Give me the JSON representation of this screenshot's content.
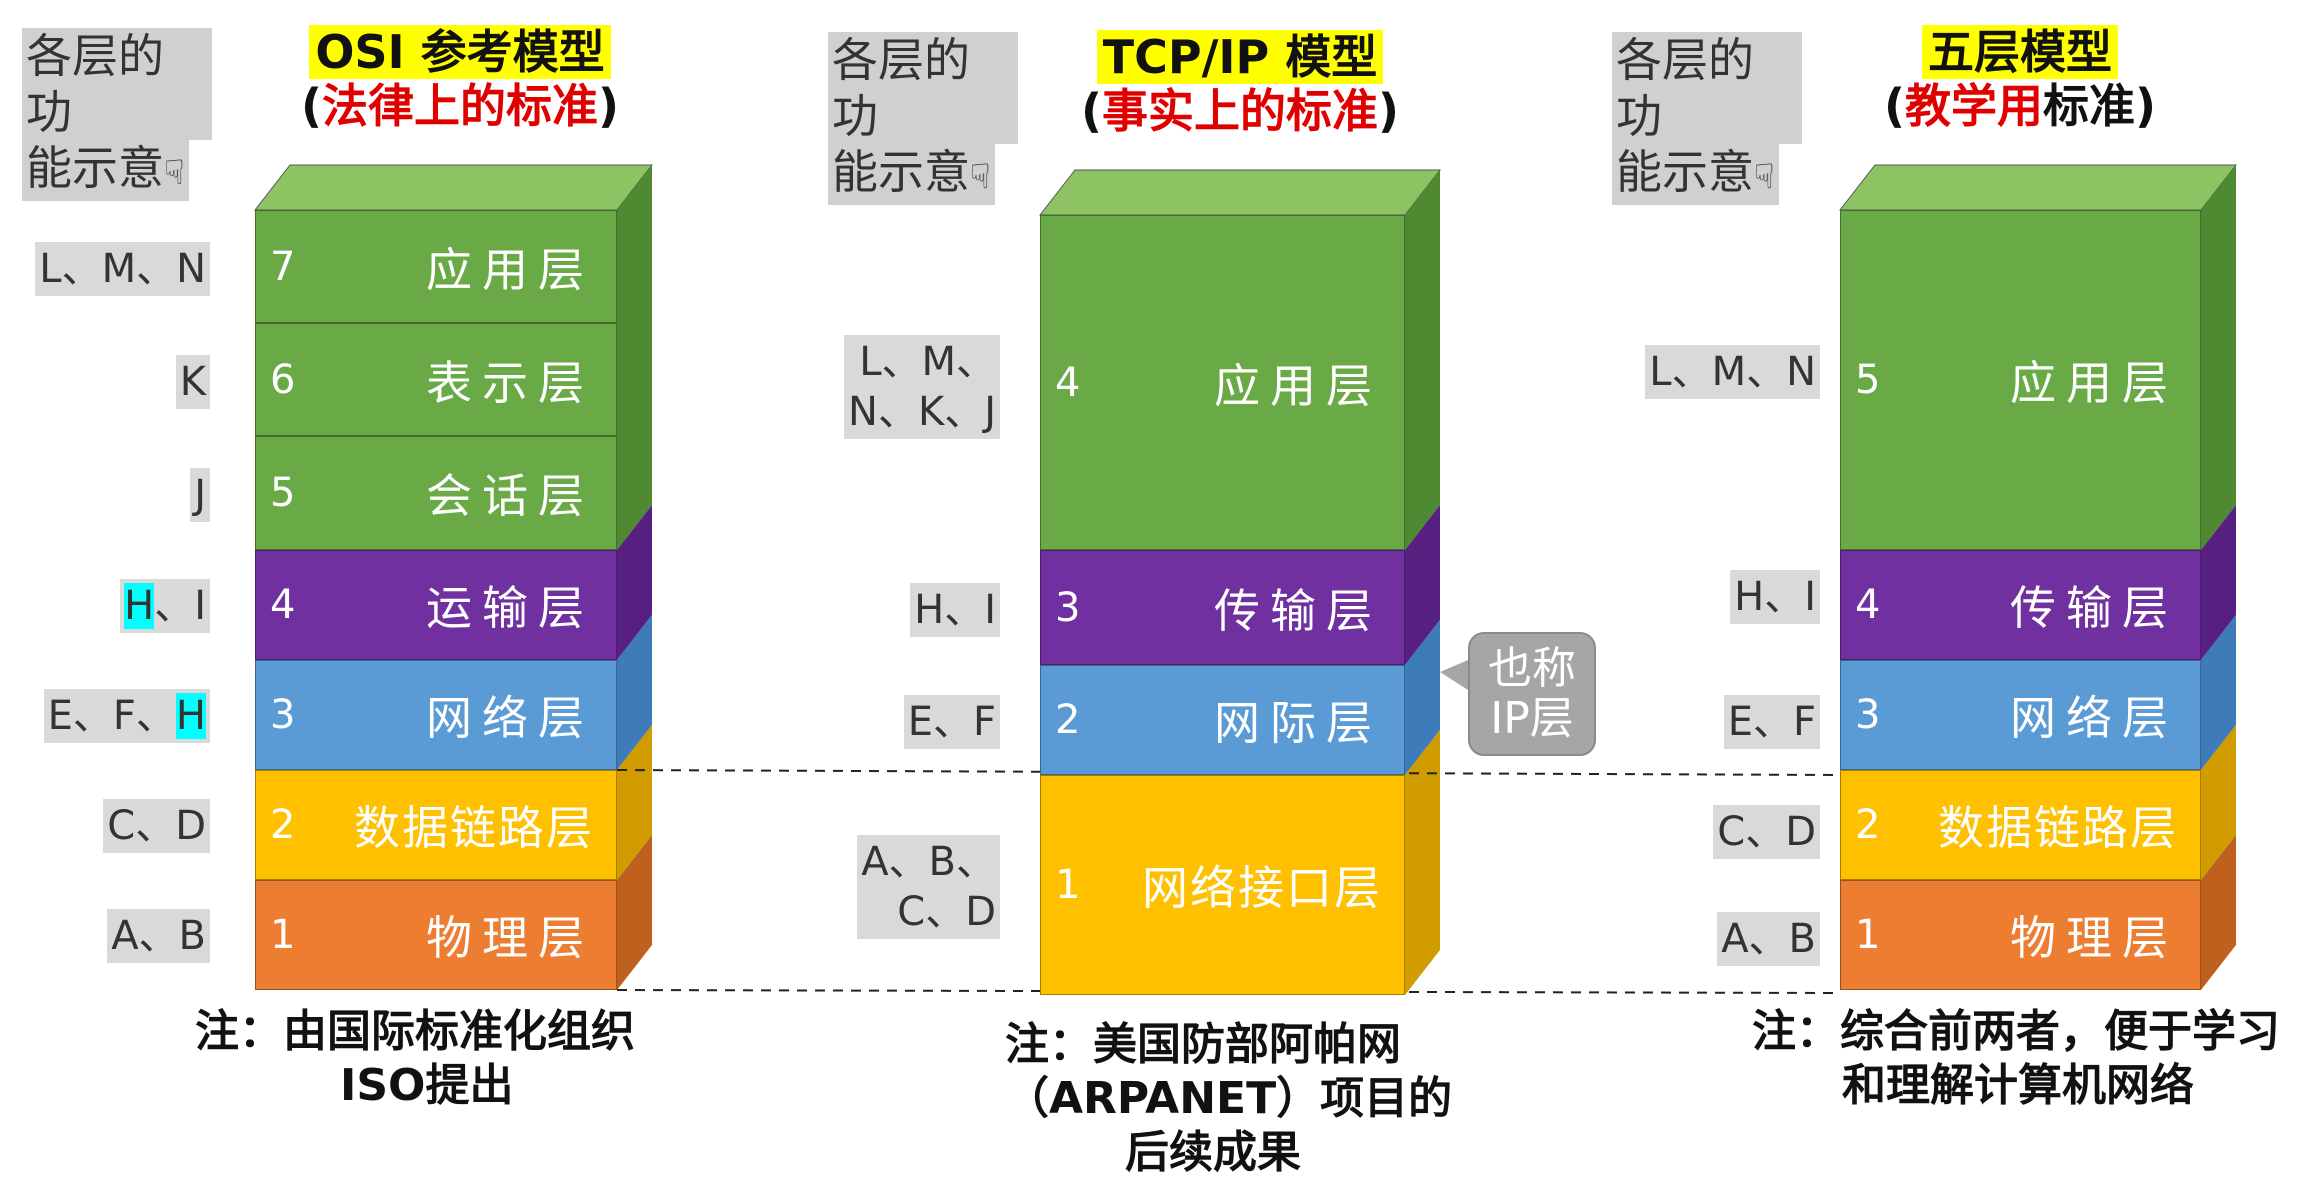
{
  "hint_text": [
    "各层的功",
    "能示意"
  ],
  "hand_icon": "☟",
  "osi": {
    "title": "OSI 参考模型",
    "subtitle_open": "(",
    "subtitle_red": "法律上的标准",
    "subtitle_close": ")",
    "layers": [
      {
        "num": "7",
        "label": "应用层",
        "map": "L、M、N"
      },
      {
        "num": "6",
        "label": "表示层",
        "map": "K"
      },
      {
        "num": "5",
        "label": "会话层",
        "map": "J"
      },
      {
        "num": "4",
        "label": "运输层",
        "map_hl": "H",
        "map_rest": "、I"
      },
      {
        "num": "3",
        "label": "网络层",
        "map_pre": "E、F、",
        "map_hl": "H"
      },
      {
        "num": "2",
        "label": "数据链路层",
        "map": "C、D"
      },
      {
        "num": "1",
        "label": "物理层",
        "map": "A、B"
      }
    ],
    "note_1": "注：由国际标准化组织",
    "note_2": "ISO提出"
  },
  "tcpip": {
    "title": "TCP/IP 模型",
    "subtitle_open": "(",
    "subtitle_red": "事实上的标准",
    "subtitle_close": ")",
    "layers": [
      {
        "num": "4",
        "label": "应用层",
        "map_1": "L、M、",
        "map_2": "N、K、J"
      },
      {
        "num": "3",
        "label": "传输层",
        "map": "H、I"
      },
      {
        "num": "2",
        "label": "网际层",
        "map": "E、F"
      },
      {
        "num": "1",
        "label": "网络接口层",
        "map_1": "A、B、",
        "map_2": "C、D"
      }
    ],
    "callout_1": "也称",
    "callout_2": "IP层",
    "note_1": "注：美国防部阿帕网",
    "note_2": "（ARPANET）项目的",
    "note_3": "后续成果"
  },
  "five": {
    "title": "五层模型",
    "subtitle_open": "(",
    "subtitle_red": "教学用",
    "subtitle_black": "标准",
    "subtitle_close": ")",
    "layers": [
      {
        "num": "5",
        "label": "应用层",
        "map": "L、M、N"
      },
      {
        "num": "4",
        "label": "传输层",
        "map": "H、I"
      },
      {
        "num": "3",
        "label": "网络层",
        "map": "E、F"
      },
      {
        "num": "2",
        "label": "数据链路层",
        "map": "C、D"
      },
      {
        "num": "1",
        "label": "物理层",
        "map": "A、B"
      }
    ],
    "note_1": "注：综合前两者，便于学习",
    "note_2": "和理解计算机网络"
  },
  "colors": {
    "green": "#6aaa46",
    "green_top": "#8dc363",
    "green_side": "#4f8a33",
    "purple": "#7030a0",
    "purple_side": "#561f80",
    "blue": "#5b9bd5",
    "blue_side": "#3d7cb8",
    "yellow": "#ffc000",
    "yellow_side": "#d09c00",
    "orange": "#ed7d31",
    "orange_side": "#c0601e"
  }
}
